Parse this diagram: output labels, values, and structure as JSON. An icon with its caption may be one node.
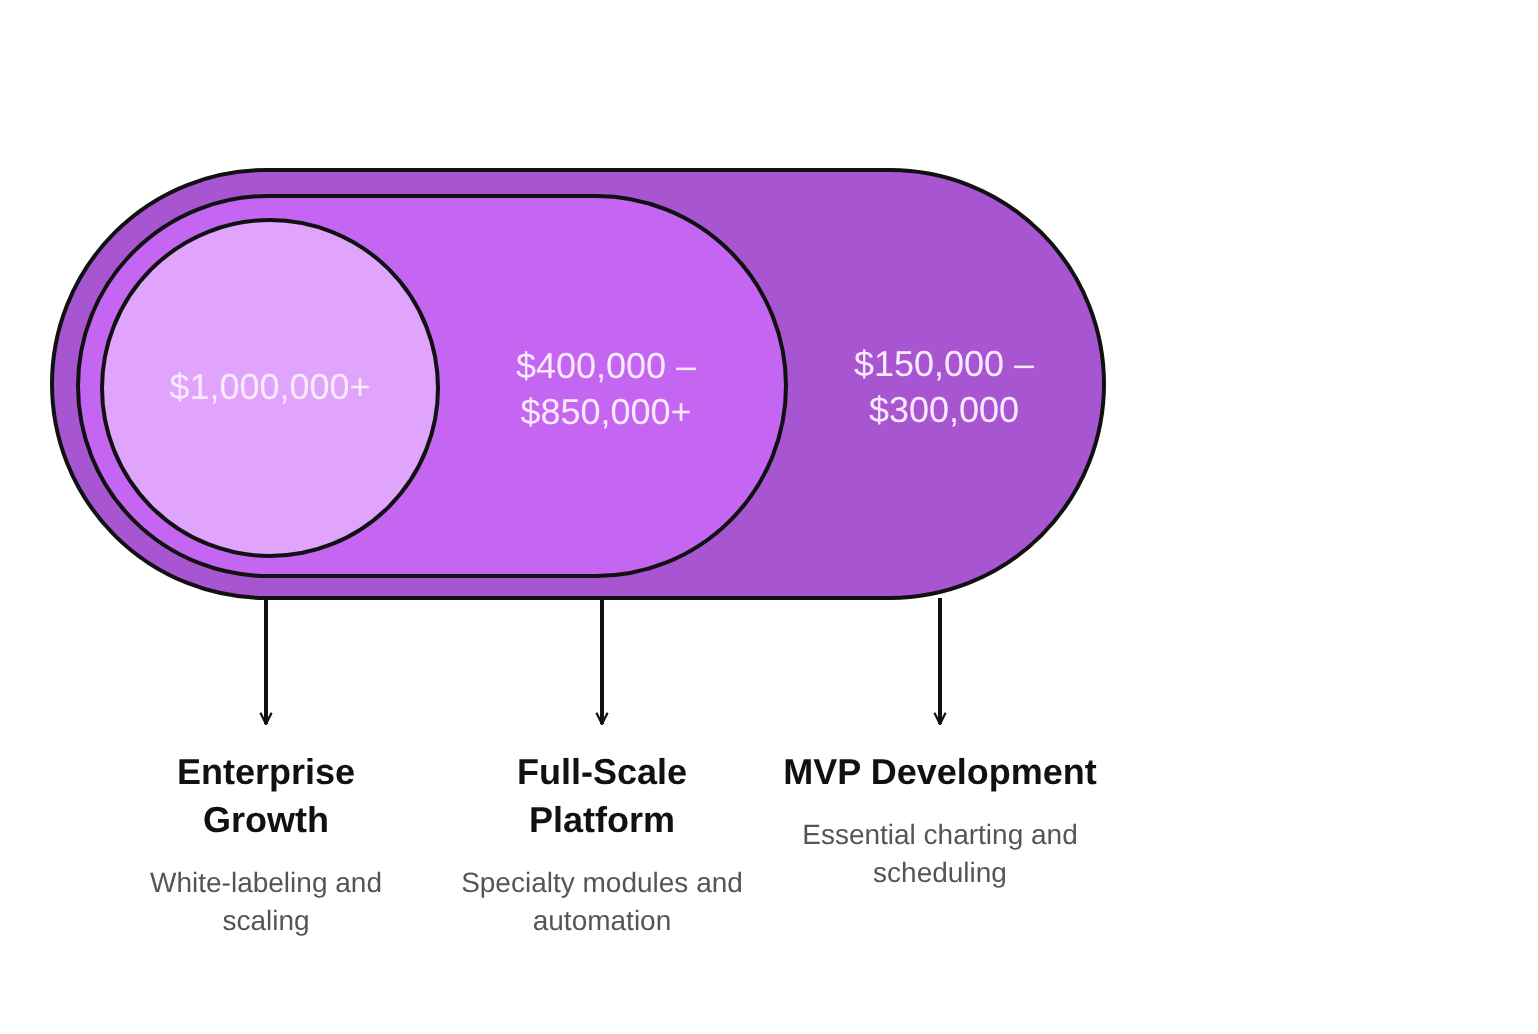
{
  "diagram": {
    "nodes": [
      {
        "text": [
          "$150,000 – $300,000"
        ]
      },
      {
        "text": [
          "$400,000 – $850,000+"
        ],
        "in": 0
      },
      {
        "text": [
          "$1,000,000+"
        ],
        "in": 1
      },
      {
        "text": [
          "Enterprise Growth",
          "White-labeling and scaling"
        ]
      },
      {
        "text": [
          "Full-Scale Platform",
          "Specialty modules and automation"
        ]
      },
      {
        "text": [
          "MVP Development",
          "Essential charting and scheduling"
        ]
      }
    ],
    "edges": [
      {
        "from": 2,
        "to": 3,
        "arrow": "to"
      },
      {
        "from": 1,
        "to": 4,
        "arrow": "to"
      },
      {
        "from": 0,
        "to": 5,
        "arrow": "to"
      }
    ]
  }
}
